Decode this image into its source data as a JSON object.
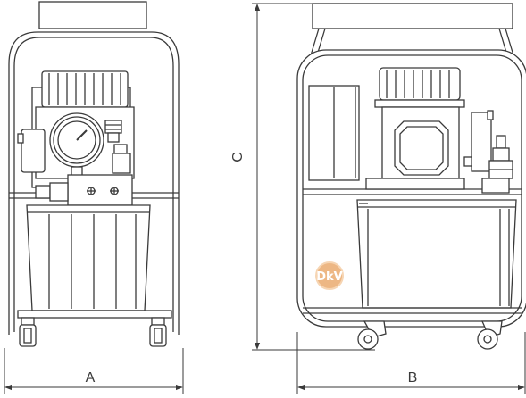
{
  "dimensions": {
    "a": "A",
    "b": "B",
    "c": "C"
  },
  "watermark": {
    "text": "DkV",
    "icon": "dkv-logo-icon",
    "color": "#e8a05c"
  },
  "colors": {
    "line": "#3a3a3a",
    "background": "#ffffff"
  }
}
